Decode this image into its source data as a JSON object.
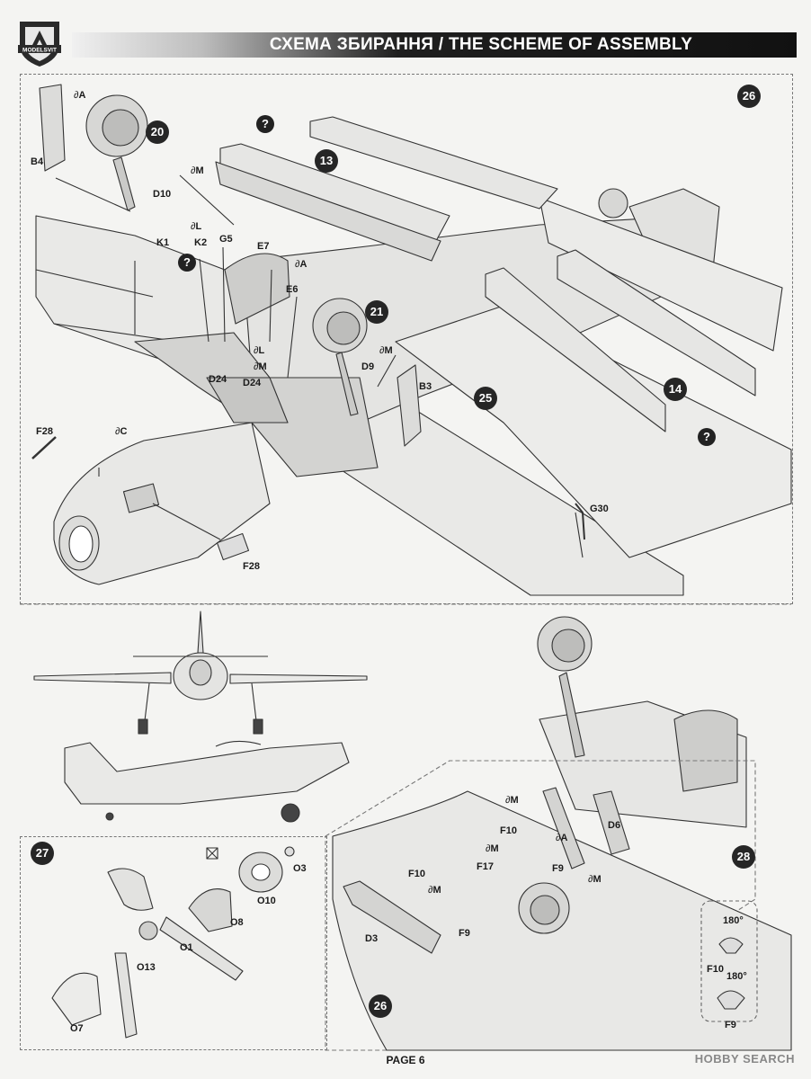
{
  "header": {
    "logo_text": "MODELSVIT",
    "title": "СХЕМА ЗБИРАННЯ / THE SCHEME OF ASSEMBLY"
  },
  "steps": {
    "s26": "26",
    "s20": "20",
    "s21": "21",
    "s13": "13",
    "s14": "14",
    "s25": "25",
    "s27": "27",
    "s28": "28",
    "s26b": "26"
  },
  "question_mark": "?",
  "labels": {
    "B4": "B4",
    "A1": "A",
    "D10": "D10",
    "M1": "M",
    "L1": "L",
    "K1": "K1",
    "K2": "K2",
    "G5": "G5",
    "E7": "E7",
    "A2": "A",
    "E6": "E6",
    "L2": "L",
    "M2": "M",
    "D24a": "D24",
    "D24b": "D24",
    "M3": "M",
    "D9": "D9",
    "B3": "B3",
    "F28a": "F28",
    "C1": "C",
    "F28b": "F28",
    "G30": "G30",
    "O3": "O3",
    "O10": "O10",
    "O8": "O8",
    "O1": "O1",
    "O13": "O13",
    "O7": "O7",
    "M4": "M",
    "F10a": "F10",
    "D6": "D6",
    "A3": "A",
    "M5": "M",
    "F17": "F17",
    "F9a": "F9",
    "M6": "M",
    "F10b": "F10",
    "M7": "M",
    "F9b": "F9",
    "D3": "D3",
    "deg1": "180°",
    "F10c": "F10",
    "deg2": "180°",
    "F9c": "F9"
  },
  "footer": {
    "page": "PAGE 6"
  },
  "watermark": "HOBBY SEARCH",
  "colors": {
    "header_dark": "#111111",
    "step_circle": "#262626",
    "line": "#333333"
  }
}
